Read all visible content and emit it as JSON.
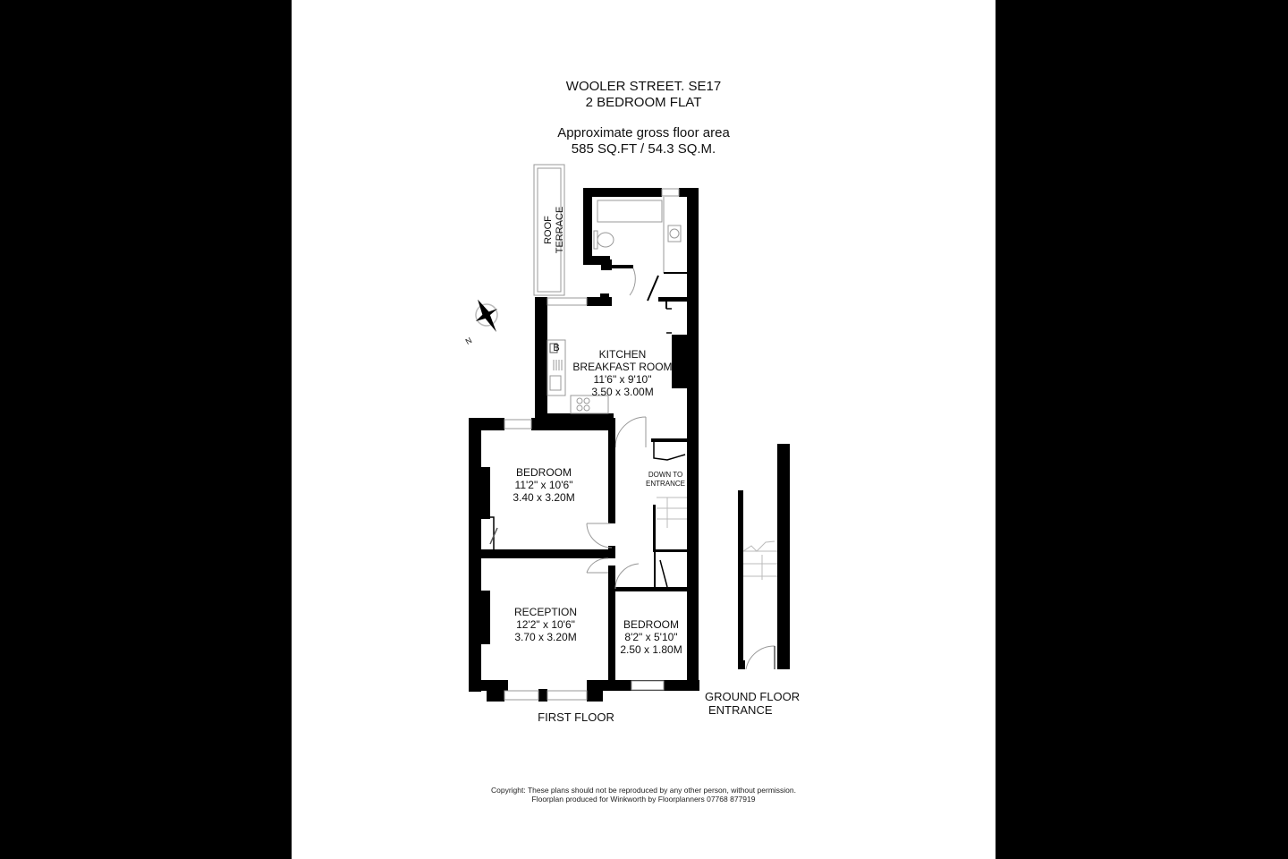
{
  "header": {
    "address": "WOOLER STREET. SE17",
    "property_type": "2 BEDROOM FLAT",
    "area_label": "Approximate gross floor area",
    "area_value": "585 SQ.FT / 54.3 SQ.M."
  },
  "rooms": {
    "roof_terrace": {
      "line1": "ROOF",
      "line2": "TERRACE"
    },
    "kitchen": {
      "name": "KITCHEN",
      "name2": "BREAKFAST ROOM",
      "imperial": "11'6\" x 9'10\"",
      "metric": "3.50 x 3.00M"
    },
    "bedroom1": {
      "name": "BEDROOM",
      "imperial": "11'2\" x 10'6\"",
      "metric": "3.40 x 3.20M"
    },
    "reception": {
      "name": "RECEPTION",
      "imperial": "12'2\" x 10'6\"",
      "metric": "3.70 x 3.20M"
    },
    "bedroom2": {
      "name": "BEDROOM",
      "imperial": "8'2\" x 5'10\"",
      "metric": "2.50 x 1.80M"
    },
    "stairs": {
      "line1": "DOWN TO",
      "line2": "ENTRANCE"
    },
    "boiler": "B"
  },
  "floors": {
    "first": "FIRST FLOOR",
    "ground_line1": "GROUND FLOOR",
    "ground_line2": "ENTRANCE"
  },
  "compass": {
    "north_label": "N"
  },
  "footer": {
    "copyright": "Copyright: These plans should not be reproduced by any other person, without permission.",
    "credit": "Floorplan produced for Winkworth by Floorplanners 07768 877919"
  },
  "colors": {
    "wall": "#000000",
    "background": "#ffffff",
    "outer": "#000000",
    "fixture": "#888888"
  }
}
